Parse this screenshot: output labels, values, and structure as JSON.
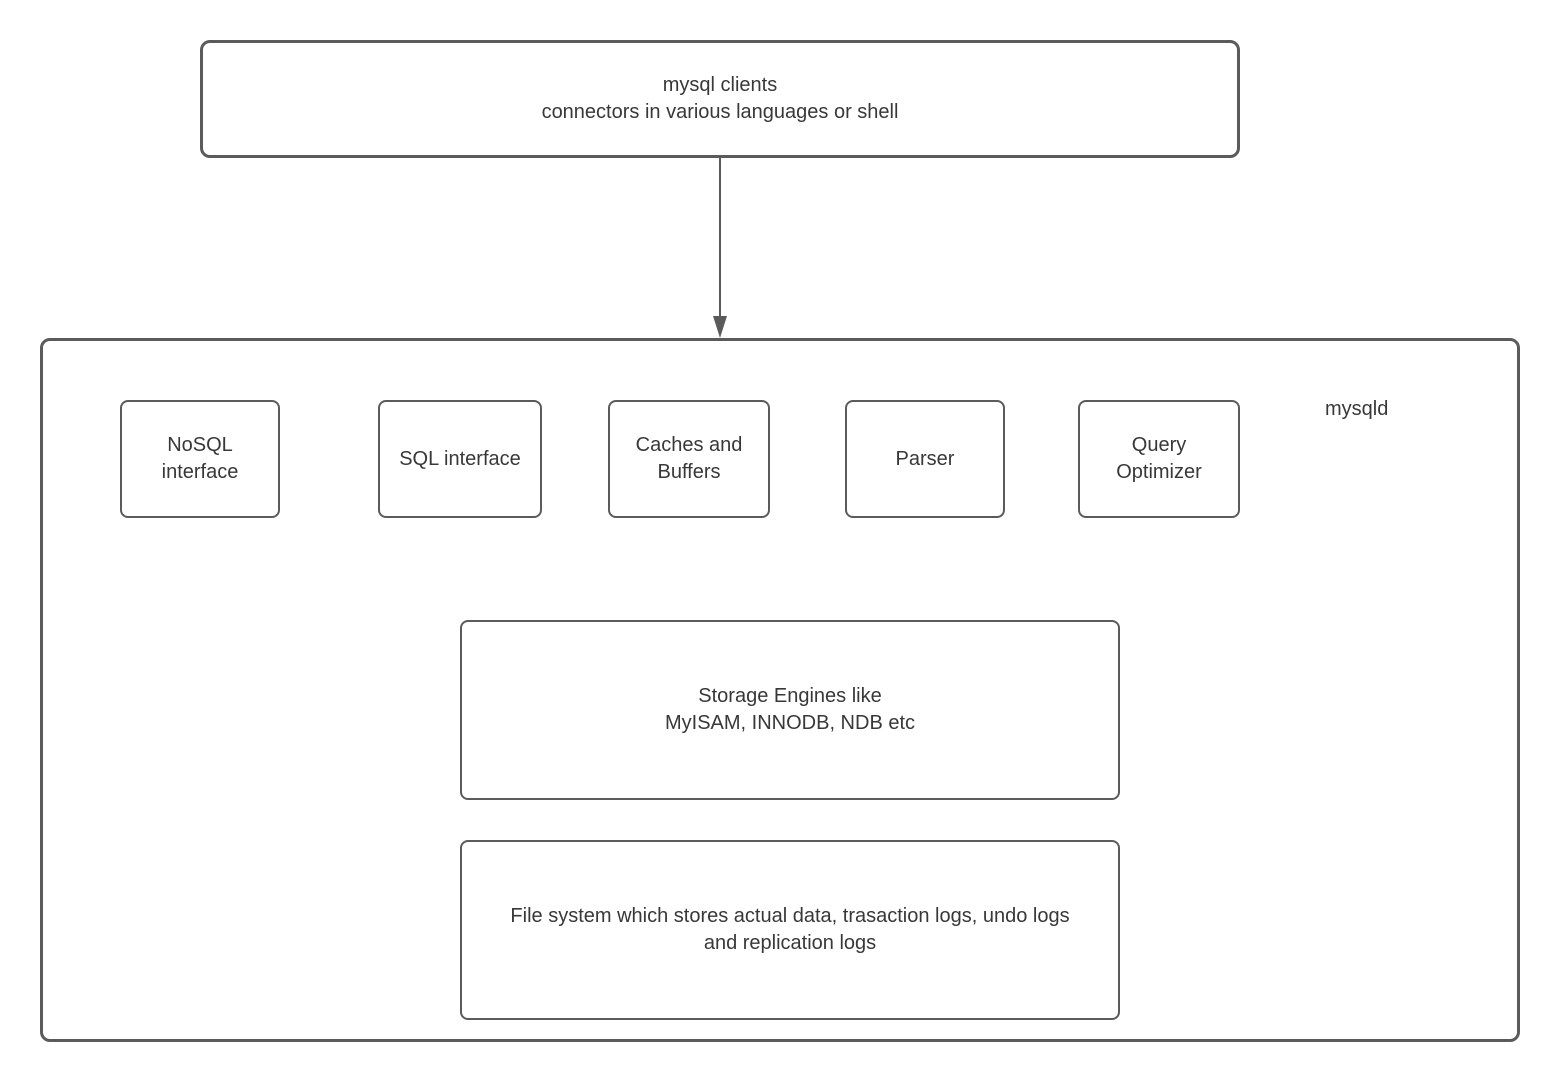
{
  "colors": {
    "background": "#ffffff",
    "box_border": "#5b5b5b",
    "text": "#383838",
    "arrow": "#5b5b5b"
  },
  "client_box": {
    "lines": [
      "mysql clients",
      "connectors in various languages or shell"
    ]
  },
  "server": {
    "label": "mysqld",
    "components": [
      {
        "lines": [
          "NoSQL",
          "interface"
        ]
      },
      {
        "lines": [
          "SQL interface"
        ]
      },
      {
        "lines": [
          "Caches and",
          "Buffers"
        ]
      },
      {
        "lines": [
          "Parser"
        ]
      },
      {
        "lines": [
          "Query",
          "Optimizer"
        ]
      }
    ],
    "storage_engines": {
      "lines": [
        "Storage Engines like",
        "MyISAM, INNODB, NDB etc"
      ]
    },
    "file_system": {
      "lines": [
        "File system which stores actual data, trasaction logs, undo logs",
        "and replication logs"
      ]
    }
  }
}
